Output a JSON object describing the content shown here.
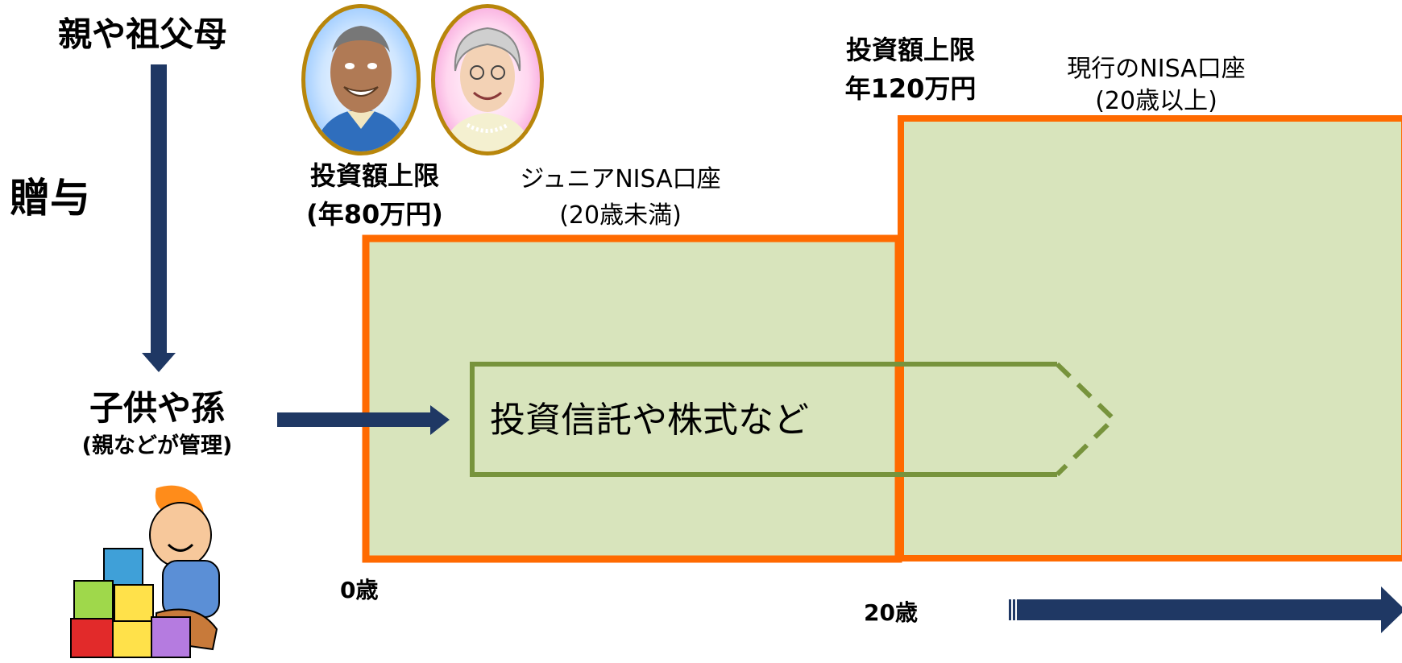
{
  "donors": {
    "title": "親や祖父母"
  },
  "gift_label": "贈与",
  "recipient": {
    "title": "子供や孫",
    "note": "(親などが管理)"
  },
  "junior_nisa": {
    "limit_line1": "投資額上限",
    "limit_line2": "(年80万円)",
    "account_line1": "ジュニアNISA口座",
    "account_line2": "(20歳未満)"
  },
  "current_nisa": {
    "limit_line1": "投資額上限",
    "limit_line2": "年120万円",
    "account_line1": "現行のNISA口座",
    "account_line2": "(20歳以上)"
  },
  "investment_label": "投資信託や株式など",
  "age_start": "0歳",
  "age_transition": "20歳",
  "icons": {
    "grandfather": "grandfather-portrait-icon",
    "grandmother": "grandmother-portrait-icon",
    "child": "child-with-blocks-icon"
  },
  "colors": {
    "box_fill": "#d8e4bc",
    "box_border": "#ff6a00",
    "investment_border": "#77933c",
    "arrow": "#1f3864"
  }
}
